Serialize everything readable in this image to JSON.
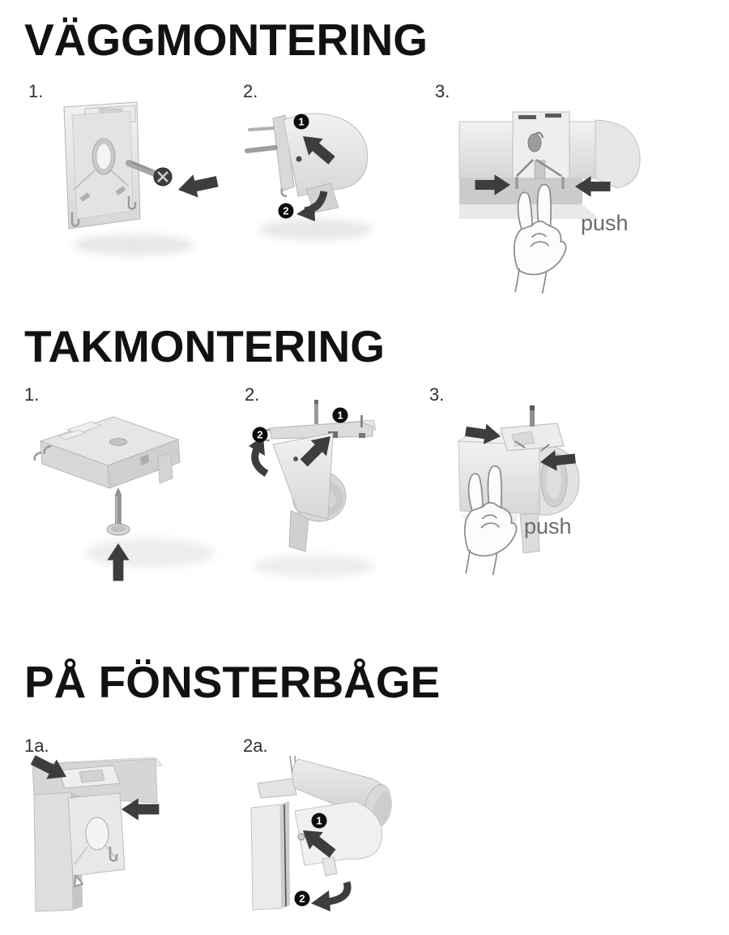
{
  "document": {
    "type": "assembly-instructions",
    "language": "sv"
  },
  "colors": {
    "background": "#ffffff",
    "heading_text": "#121212",
    "step_label_text": "#2e2e2e",
    "arrow": "#3d3d3d",
    "badge_background": "#0c0c0c",
    "badge_text": "#ffffff",
    "part_light_gray": "#e8e8e8",
    "part_mid_gray": "#d4d4d4",
    "part_dark_gray": "#b8b8b8",
    "push_text": "#6b6b6b"
  },
  "sections": [
    {
      "id": "wall-mounting",
      "heading": "VÄGGMONTERING",
      "steps": [
        {
          "label": "1."
        },
        {
          "label": "2.",
          "badges": [
            "1",
            "2"
          ]
        },
        {
          "label": "3.",
          "push_label": "push"
        }
      ]
    },
    {
      "id": "ceiling-mounting",
      "heading": "TAKMONTERING",
      "steps": [
        {
          "label": "1."
        },
        {
          "label": "2.",
          "badges": [
            "1",
            "2"
          ]
        },
        {
          "label": "3.",
          "push_label": "push"
        }
      ]
    },
    {
      "id": "window-frame-mounting",
      "heading": "PÅ FÖNSTERBÅGE",
      "steps": [
        {
          "label": "1a."
        },
        {
          "label": "2a.",
          "badges": [
            "1",
            "2"
          ]
        }
      ]
    }
  ]
}
